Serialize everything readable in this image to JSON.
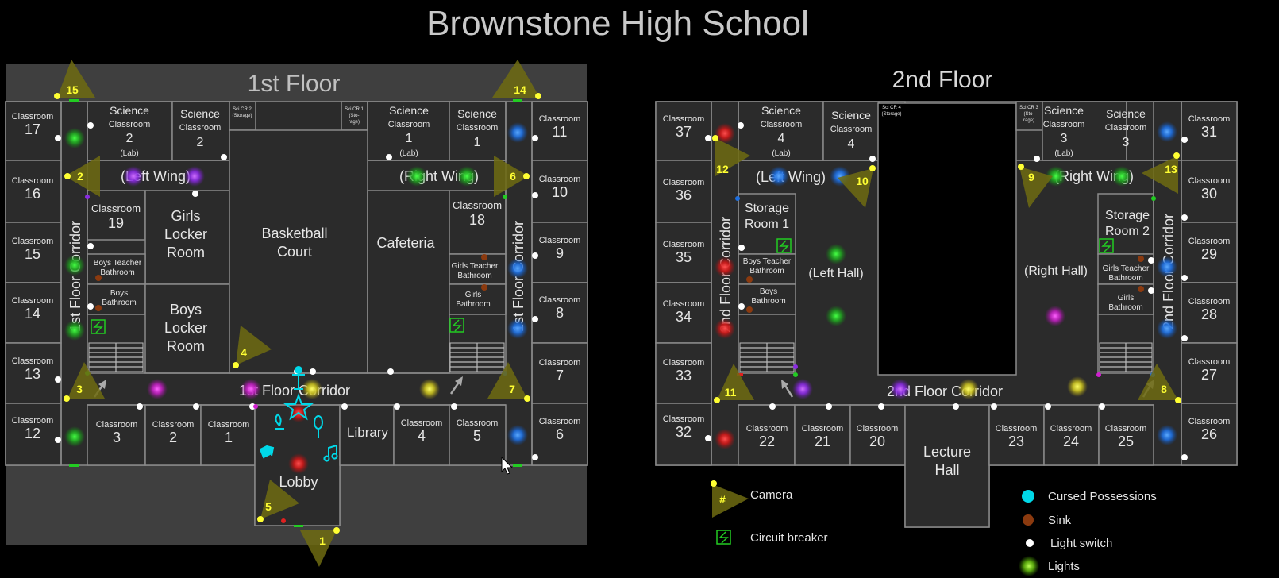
{
  "title": "Brownstone High School",
  "floor1": {
    "title": "1st Floor",
    "rooms": [
      {
        "key": "sci2lab",
        "lines": [
          "Science",
          "Classroom",
          "2",
          "(Lab)"
        ]
      },
      {
        "key": "sci2",
        "lines": [
          "Science",
          "Classroom",
          "2"
        ]
      },
      {
        "key": "scicr2",
        "lines": [
          "Sci CR 2",
          "(Storage)"
        ]
      },
      {
        "key": "scicr1",
        "lines": [
          "Sci CR 1",
          "(Sto-",
          "rage)"
        ]
      },
      {
        "key": "sci1lab",
        "lines": [
          "Science",
          "Classroom",
          "1",
          "(Lab)"
        ]
      },
      {
        "key": "sci1",
        "lines": [
          "Science",
          "Classroom",
          "1"
        ]
      },
      {
        "key": "c17",
        "lines": [
          "Classroom",
          "17"
        ]
      },
      {
        "key": "c16",
        "lines": [
          "Classroom",
          "16"
        ]
      },
      {
        "key": "c15",
        "lines": [
          "Classroom",
          "15"
        ]
      },
      {
        "key": "c14",
        "lines": [
          "Classroom",
          "14"
        ]
      },
      {
        "key": "c13",
        "lines": [
          "Classroom",
          "13"
        ]
      },
      {
        "key": "c12",
        "lines": [
          "Classroom",
          "12"
        ]
      },
      {
        "key": "c11",
        "lines": [
          "Classroom",
          "11"
        ]
      },
      {
        "key": "c10",
        "lines": [
          "Classroom",
          "10"
        ]
      },
      {
        "key": "c9",
        "lines": [
          "Classroom",
          "9"
        ]
      },
      {
        "key": "c8",
        "lines": [
          "Classroom",
          "8"
        ]
      },
      {
        "key": "c7",
        "lines": [
          "Classroom",
          "7"
        ]
      },
      {
        "key": "c6",
        "lines": [
          "Classroom",
          "6"
        ]
      },
      {
        "key": "c19",
        "lines": [
          "Classroom",
          "19"
        ]
      },
      {
        "key": "girlslocker",
        "lines": [
          "Girls",
          "Locker",
          "Room"
        ]
      },
      {
        "key": "boyslocker",
        "lines": [
          "Boys",
          "Locker",
          "Room"
        ]
      },
      {
        "key": "boysteacher",
        "lines": [
          "Boys Teacher",
          "Bathroom"
        ]
      },
      {
        "key": "boysbath",
        "lines": [
          "Boys",
          "Bathroom"
        ]
      },
      {
        "key": "basketball",
        "lines": [
          "Basketball",
          "Court"
        ]
      },
      {
        "key": "cafeteria",
        "lines": [
          "Cafeteria"
        ]
      },
      {
        "key": "c18",
        "lines": [
          "Classroom",
          "18"
        ]
      },
      {
        "key": "girlsteacher",
        "lines": [
          "Girls Teacher",
          "Bathroom"
        ]
      },
      {
        "key": "girlsbath",
        "lines": [
          "Girls",
          "Bathroom"
        ]
      },
      {
        "key": "c3",
        "lines": [
          "Classroom",
          "3"
        ]
      },
      {
        "key": "c2",
        "lines": [
          "Classroom",
          "2"
        ]
      },
      {
        "key": "c1",
        "lines": [
          "Classroom",
          "1"
        ]
      },
      {
        "key": "library",
        "lines": [
          "Library"
        ]
      },
      {
        "key": "c4",
        "lines": [
          "Classroom",
          "4"
        ]
      },
      {
        "key": "c5",
        "lines": [
          "Classroom",
          "5"
        ]
      },
      {
        "key": "lobby",
        "lines": [
          "Lobby"
        ]
      }
    ],
    "areas": {
      "left_wing": "(Left Wing)",
      "right_wing": "(Right Wing)",
      "left_corridor": "1st Floor Corridor",
      "right_corridor": "1st Floor Corridor",
      "main_corridor": "1st Floor Corridor"
    },
    "cameras": [
      "15",
      "14",
      "2",
      "6",
      "4",
      "3",
      "7",
      "5",
      "1"
    ]
  },
  "floor2": {
    "title": "2nd Floor",
    "rooms": [
      {
        "key": "c37",
        "lines": [
          "Classroom",
          "37"
        ]
      },
      {
        "key": "sci4lab",
        "lines": [
          "Science",
          "Classroom",
          "4",
          "(Lab)"
        ]
      },
      {
        "key": "sci4",
        "lines": [
          "Science",
          "Classroom",
          "4"
        ]
      },
      {
        "key": "scicr4",
        "lines": [
          "Sci CR 4",
          "(Storage)"
        ]
      },
      {
        "key": "scicr3",
        "lines": [
          "Sci CR 3",
          "(Sto-",
          "rage)"
        ]
      },
      {
        "key": "sci3lab",
        "lines": [
          "Science",
          "Classroom",
          "3",
          "(Lab)"
        ]
      },
      {
        "key": "sci3",
        "lines": [
          "Science",
          "Classroom",
          "3"
        ]
      },
      {
        "key": "c31",
        "lines": [
          "Classroom",
          "31"
        ]
      },
      {
        "key": "c36",
        "lines": [
          "Classroom",
          "36"
        ]
      },
      {
        "key": "c35",
        "lines": [
          "Classroom",
          "35"
        ]
      },
      {
        "key": "c34",
        "lines": [
          "Classroom",
          "34"
        ]
      },
      {
        "key": "c33",
        "lines": [
          "Classroom",
          "33"
        ]
      },
      {
        "key": "c32",
        "lines": [
          "Classroom",
          "32"
        ]
      },
      {
        "key": "c30",
        "lines": [
          "Classroom",
          "30"
        ]
      },
      {
        "key": "c29",
        "lines": [
          "Classroom",
          "29"
        ]
      },
      {
        "key": "c28",
        "lines": [
          "Classroom",
          "28"
        ]
      },
      {
        "key": "c27",
        "lines": [
          "Classroom",
          "27"
        ]
      },
      {
        "key": "c26",
        "lines": [
          "Classroom",
          "26"
        ]
      },
      {
        "key": "storage1",
        "lines": [
          "Storage",
          "Room 1"
        ]
      },
      {
        "key": "storage2",
        "lines": [
          "Storage",
          "Room 2"
        ]
      },
      {
        "key": "boysteacher2",
        "lines": [
          "Boys Teacher",
          "Bathroom"
        ]
      },
      {
        "key": "boysbath2",
        "lines": [
          "Boys",
          "Bathroom"
        ]
      },
      {
        "key": "girlsteacher2",
        "lines": [
          "Girls Teacher",
          "Bathroom"
        ]
      },
      {
        "key": "girlsbath2",
        "lines": [
          "Girls",
          "Bathroom"
        ]
      },
      {
        "key": "c22",
        "lines": [
          "Classroom",
          "22"
        ]
      },
      {
        "key": "c21",
        "lines": [
          "Classroom",
          "21"
        ]
      },
      {
        "key": "c20",
        "lines": [
          "Classroom",
          "20"
        ]
      },
      {
        "key": "lecture",
        "lines": [
          "Lecture",
          "Hall"
        ]
      },
      {
        "key": "c23",
        "lines": [
          "Classroom",
          "23"
        ]
      },
      {
        "key": "c24",
        "lines": [
          "Classroom",
          "24"
        ]
      },
      {
        "key": "c25",
        "lines": [
          "Classroom",
          "25"
        ]
      }
    ],
    "areas": {
      "left_wing": "(Left Wing)",
      "right_wing": "(Right Wing)",
      "left_hall": "(Left Hall)",
      "right_hall": "(Right Hall)",
      "left_corridor": "2nd Floor Corridor",
      "right_corridor": "2nd Floor Corridor",
      "main_corridor": "2nd Floor Corridor"
    },
    "cameras": [
      "12",
      "10",
      "9",
      "13",
      "11",
      "8"
    ]
  },
  "legend": {
    "camera_symbol": "#",
    "camera": "Camera",
    "circuit_breaker": "Circuit breaker",
    "cursed_possessions": "Cursed Possessions",
    "sink": "Sink",
    "light_switch": "Light switch",
    "lights": "Lights"
  },
  "colors": {
    "room_fill": "#2b2b2b",
    "wall": "#8a8a8a",
    "camera": "#6f6b12",
    "camera_label": "#ffff33",
    "cursed": "#00d8e8",
    "sink": "#8b3a0f",
    "circuit_breaker": "#22cc22",
    "light_colors": [
      "#22cc22",
      "#8a2be2",
      "#1e6fe0",
      "#e0d020",
      "#e02020",
      "#d020d0"
    ]
  }
}
